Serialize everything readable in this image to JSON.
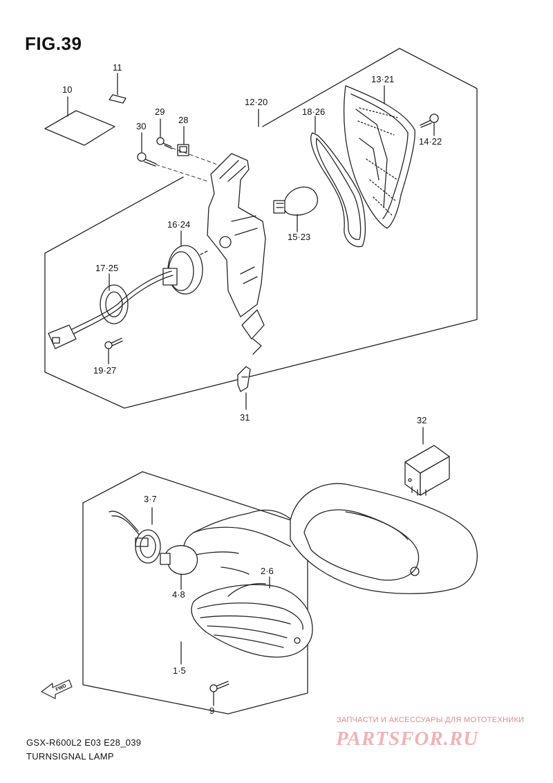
{
  "figure": {
    "title": "FIG.39"
  },
  "labels": {
    "p10": "10",
    "p11": "11",
    "p29": "29",
    "p28": "28",
    "p30": "30",
    "p12_20": "12·20",
    "p18_26": "18·26",
    "p13_21": "13·21",
    "p14_22": "14·22",
    "p16_24": "16·24",
    "p15_23": "15·23",
    "p17_25": "17·25",
    "p19_27": "19·27",
    "p31": "31",
    "p32": "32",
    "p3_7": "3·7",
    "p2_6": "2·6",
    "p4_8": "4·8",
    "p1_5": "1·5",
    "p9": "9"
  },
  "fwd_label": "FWD",
  "footer": {
    "model": "GSX-R600L2 E03 E28_039",
    "name": "TURNSIGNAL LAMP"
  },
  "watermark": {
    "tagline": "ЗАПЧАСТИ И АКСЕССУАРЫ ДЛЯ МОТОТЕХНИКИ",
    "logo": "PARTSFOR.RU"
  }
}
